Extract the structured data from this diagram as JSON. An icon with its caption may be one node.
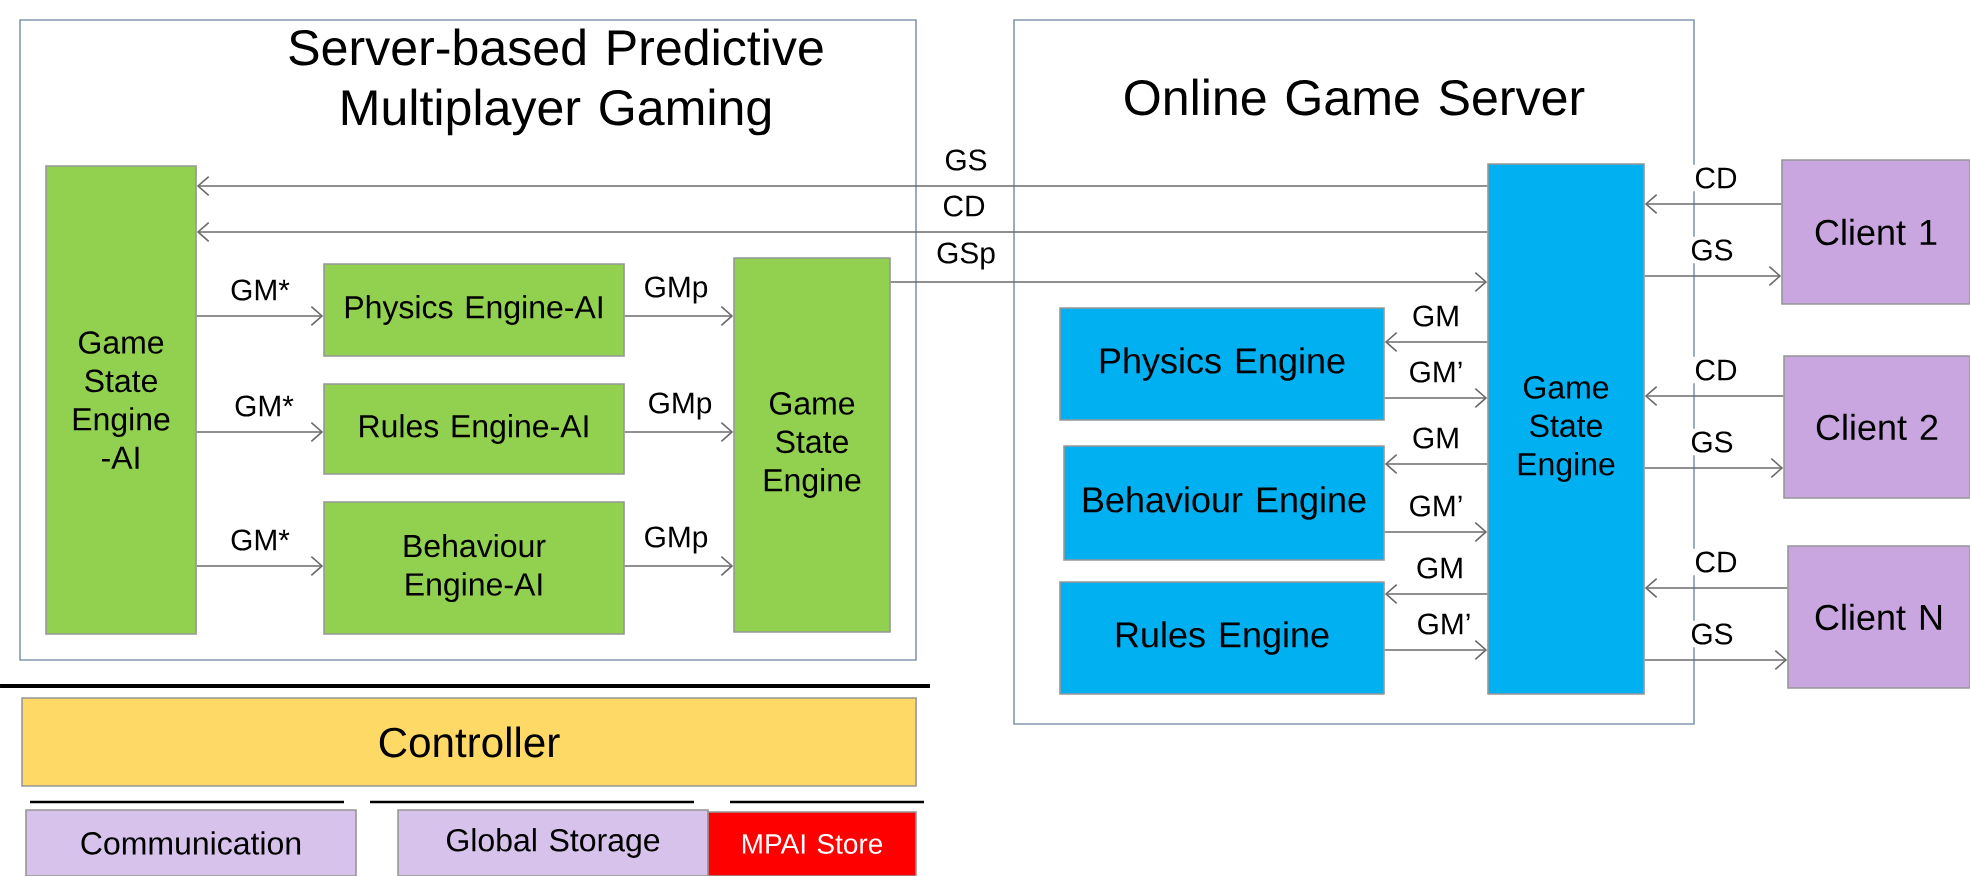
{
  "diagram": {
    "nodes": [
      {
        "text": [
          "Server-based Predictive Multiplayer Gaming"
        ]
      },
      {
        "text": [
          "Game State Engine -AI"
        ],
        "in": 0
      },
      {
        "text": [
          "Physics Engine-AI"
        ],
        "in": 0
      },
      {
        "text": [
          "Rules Engine-AI"
        ],
        "in": 0
      },
      {
        "text": [
          "Behaviour Engine-AI"
        ],
        "in": 0
      },
      {
        "text": [
          "Game State Engine"
        ],
        "in": 0
      },
      {
        "text": [
          "Online Game Server"
        ]
      },
      {
        "text": [
          "Game State Engine"
        ],
        "in": 6
      },
      {
        "text": [
          "Physics Engine"
        ],
        "in": 6
      },
      {
        "text": [
          "Behaviour Engine"
        ],
        "in": 6
      },
      {
        "text": [
          "Rules Engine"
        ],
        "in": 6
      },
      {
        "text": [
          "Client 1"
        ]
      },
      {
        "text": [
          "Client 2"
        ]
      },
      {
        "text": [
          "Client N"
        ]
      },
      {
        "text": [
          "Controller"
        ]
      },
      {
        "text": [
          "Communication"
        ]
      },
      {
        "text": [
          "Global Storage"
        ]
      },
      {
        "text": [
          "MPAI Store"
        ]
      }
    ],
    "edges": [
      {
        "from": 7,
        "to": 1,
        "arrow": "to",
        "label": "GS"
      },
      {
        "from": 7,
        "to": 1,
        "arrow": "to",
        "label": "CD"
      },
      {
        "from": 5,
        "to": 7,
        "arrow": "to",
        "label": "GSp"
      },
      {
        "from": 1,
        "to": 2,
        "arrow": "to",
        "label": "GM*"
      },
      {
        "from": 2,
        "to": 5,
        "arrow": "to",
        "label": "GMp"
      },
      {
        "from": 1,
        "to": 3,
        "arrow": "to",
        "label": "GM*"
      },
      {
        "from": 3,
        "to": 5,
        "arrow": "to",
        "label": "GMp"
      },
      {
        "from": 1,
        "to": 4,
        "arrow": "to",
        "label": "GM*"
      },
      {
        "from": 4,
        "to": 5,
        "arrow": "to",
        "label": "GMp"
      },
      {
        "from": 7,
        "to": 8,
        "arrow": "to",
        "label": "GM"
      },
      {
        "from": 8,
        "to": 7,
        "arrow": "to",
        "label": "GM’"
      },
      {
        "from": 7,
        "to": 9,
        "arrow": "to",
        "label": "GM"
      },
      {
        "from": 9,
        "to": 7,
        "arrow": "to",
        "label": "GM’"
      },
      {
        "from": 7,
        "to": 10,
        "arrow": "to",
        "label": "GM"
      },
      {
        "from": 10,
        "to": 7,
        "arrow": "to",
        "label": "GM’"
      },
      {
        "from": 11,
        "to": 7,
        "arrow": "to",
        "label": "CD"
      },
      {
        "from": 7,
        "to": 11,
        "arrow": "to",
        "label": "GS"
      },
      {
        "from": 12,
        "to": 7,
        "arrow": "to",
        "label": "CD"
      },
      {
        "from": 7,
        "to": 12,
        "arrow": "to",
        "label": "GS"
      },
      {
        "from": 13,
        "to": 7,
        "arrow": "to",
        "label": "CD"
      },
      {
        "from": 7,
        "to": 13,
        "arrow": "to",
        "label": "GS"
      }
    ]
  }
}
